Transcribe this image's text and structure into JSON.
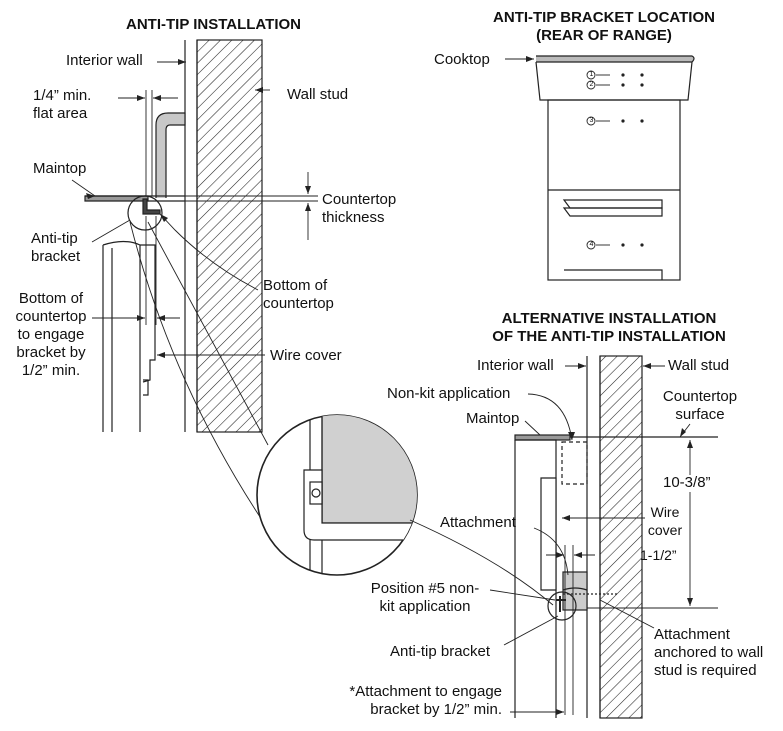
{
  "titles": {
    "anti_tip": "ANTI-TIP INSTALLATION",
    "location_1": "ANTI-TIP BRACKET LOCATION",
    "location_2": "(REAR OF RANGE)",
    "alternative_1": "ALTERNATIVE INSTALLATION",
    "alternative_2": "OF THE ANTI-TIP INSTALLATION"
  },
  "left_labels": {
    "interior_wall": "Interior wall",
    "flat_area_1": "1/4” min.",
    "flat_area_2": "flat area",
    "wall_stud": "Wall stud",
    "maintop": "Maintop",
    "countertop_thickness_1": "Countertop",
    "countertop_thickness_2": "thickness",
    "anti_tip_bracket_1": "Anti-tip",
    "anti_tip_bracket_2": "bracket",
    "bottom_countertop_1": "Bottom of",
    "bottom_countertop_2": "countertop",
    "engage_1": "Bottom of",
    "engage_2": "countertop",
    "engage_3": "to engage",
    "engage_4": "bracket by",
    "engage_5": "1/2” min.",
    "wire_cover": "Wire cover"
  },
  "rear_labels": {
    "cooktop": "Cooktop",
    "positions": [
      "1",
      "2",
      "3",
      "4"
    ]
  },
  "alt_labels": {
    "interior_wall": "Interior wall",
    "wall_stud": "Wall stud",
    "non_kit": "Non-kit application",
    "countertop_surface_1": "Countertop",
    "countertop_surface_2": "surface",
    "maintop": "Maintop",
    "height": "10-3/8”",
    "wire_cover_1": "Wire",
    "wire_cover_2": "cover",
    "attachment": "Attachment",
    "offset": "1-1/2”",
    "position5_1": "Position #5 non-",
    "position5_2": "kit application",
    "anti_tip_bracket": "Anti-tip bracket",
    "anchored_1": "Attachment",
    "anchored_2": "anchored to wall",
    "anchored_3": "stud is required",
    "engage_1": "*Attachment to engage",
    "engage_2": "bracket by 1/2” min."
  }
}
